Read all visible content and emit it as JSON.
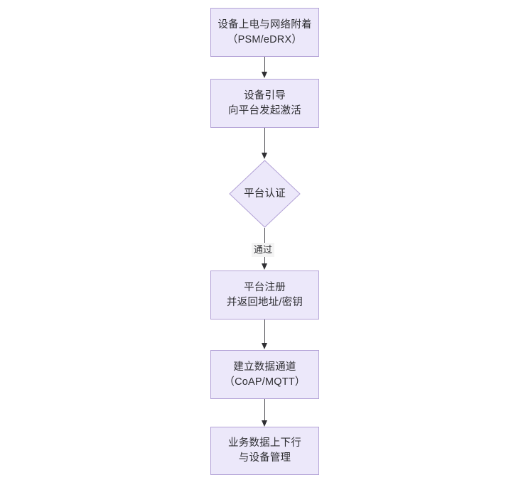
{
  "diagram": {
    "type": "flowchart",
    "orientation": "top-to-bottom",
    "background_color": "#ffffff",
    "node_fill_color": "#ece8fa",
    "node_border_color": "#b2a1d6",
    "text_color": "#2f2f33",
    "connector_color": "#4a4a50",
    "nodes": [
      {
        "id": "n1",
        "shape": "rectangle",
        "line1": "设备上电与网络附着",
        "line2": "（PSM/eDRX）"
      },
      {
        "id": "n2",
        "shape": "rectangle",
        "line1": "设备引导",
        "line2": "向平台发起激活"
      },
      {
        "id": "n3",
        "shape": "diamond",
        "line1": "平台认证",
        "line2": ""
      },
      {
        "id": "n4",
        "shape": "rectangle",
        "line1": "平台注册",
        "line2": "并返回地址/密钥"
      },
      {
        "id": "n5",
        "shape": "rectangle",
        "line1": "建立数据通道",
        "line2": "（CoAP/MQTT）"
      },
      {
        "id": "n6",
        "shape": "rectangle",
        "line1": "业务数据上下行",
        "line2": "与设备管理"
      }
    ],
    "edges": [
      {
        "id": "e1",
        "from": "n1",
        "to": "n2",
        "label": ""
      },
      {
        "id": "e2",
        "from": "n2",
        "to": "n3",
        "label": ""
      },
      {
        "id": "e3",
        "from": "n3",
        "to": "n4",
        "label": "通过"
      },
      {
        "id": "e4",
        "from": "n4",
        "to": "n5",
        "label": ""
      },
      {
        "id": "e5",
        "from": "n5",
        "to": "n6",
        "label": ""
      }
    ]
  }
}
